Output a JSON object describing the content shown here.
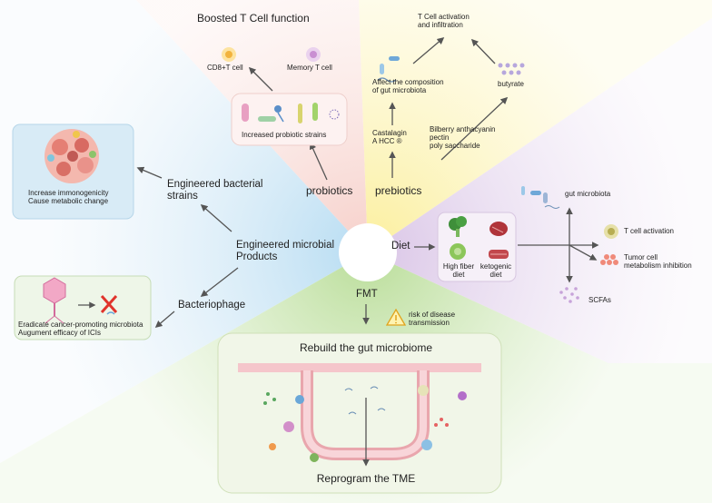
{
  "center": {
    "label": ""
  },
  "sectors": {
    "probiotics": {
      "label": "probiotics",
      "title": "Boosted T Cell function",
      "cd8_label": "CD8+T cell",
      "memory_label": "Memory T cell",
      "box_label": "Increased probiotic strains"
    },
    "prebiotics": {
      "label": "prebiotics",
      "activation_label_line1": "T Cell activation",
      "activation_label_line2": "and infiltration",
      "composition_line1": "Affect the composition",
      "composition_line2": "of gut microbiota",
      "butyrate_label": "butyrate",
      "castalagin_line1": "Castalagin",
      "castalagin_line2": "A HCC ®",
      "bilberry_line1": "Bilberry anthacyanin",
      "bilberry_line2": "pectin",
      "bilberry_line3": "poly saccharide"
    },
    "engineered": {
      "label_line1": "Engineered microbial",
      "label_line2": "Products",
      "bacterial_line1": "Engineered bacterial",
      "bacterial_line2": "strains",
      "immuno_line1": "Increase immonogenicity",
      "immuno_line2": "Cause metabolic change",
      "bacteriophage_label": "Bacteriophage",
      "phage_line1": "Eradicate cancer-promoting microbiota",
      "phage_line2": "Augument efficacy of ICIs"
    },
    "diet": {
      "label": "Diet",
      "high_fiber_line1": "High fiber",
      "high_fiber_line2": "diet",
      "ketogenic_line1": "ketogenic",
      "ketogenic_line2": "diet",
      "gut_microbiota_label": "gut microbiota",
      "t_cell_activation_label": "T cell activation",
      "tumor_line1": "Tumor cell",
      "tumor_line2": "metabolism inhibition",
      "scfas_label": "SCFAs"
    },
    "fmt": {
      "label": "FMT",
      "risk_line1": "risk of disease",
      "risk_line2": "transmission",
      "rebuild_label": "Rebuild the gut microbiome",
      "reprogram_label": "Reprogram the TME"
    }
  },
  "colors": {
    "probiotics_sector": "#fbe0dc",
    "prebiotics_sector": "#fdf6c2",
    "engineered_sector": "#cfe5f3",
    "diet_sector": "#e6d9ee",
    "fmt_sector": "#d7ecc4",
    "arrow": "#555555"
  }
}
